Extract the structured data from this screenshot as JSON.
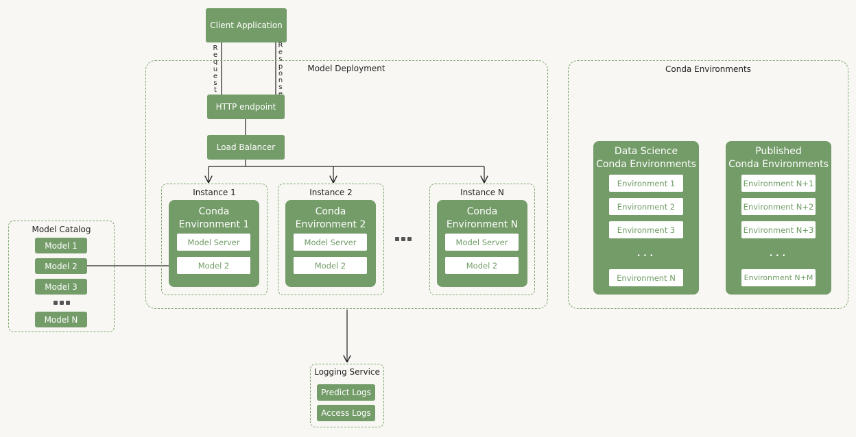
{
  "client": {
    "label": "Client Application",
    "request": "Request",
    "response": "Response"
  },
  "deployment": {
    "title": "Model Deployment",
    "http": "HTTP endpoint",
    "lb": "Load Balancer",
    "instances": [
      {
        "title": "Instance 1",
        "env": "Conda\nEnvironment 1",
        "server": "Model Server",
        "model": "Model 2"
      },
      {
        "title": "Instance 2",
        "env": "Conda\nEnvironment 2",
        "server": "Model Server",
        "model": "Model 2"
      },
      {
        "title": "Instance N",
        "env": "Conda\nEnvironment N",
        "server": "Model Server",
        "model": "Model 2"
      }
    ]
  },
  "catalog": {
    "title": "Model Catalog",
    "models": [
      "Model 1",
      "Model 2",
      "Model 3"
    ],
    "last": "Model N"
  },
  "logging": {
    "title": "Logging Service",
    "items": [
      "Predict Logs",
      "Access Logs"
    ]
  },
  "conda": {
    "title": "Conda Environments",
    "ds": {
      "title": "Data Science\nConda Environments",
      "items": [
        "Environment 1",
        "Environment 2",
        "Environment 3"
      ],
      "last": "Environment N"
    },
    "pub": {
      "title": "Published\nConda Environments",
      "items": [
        "Environment N+1",
        "Environment N+2",
        "Environment N+3"
      ],
      "last": "Environment N+M"
    },
    "ellipsis": "..."
  },
  "colors": {
    "green": "#749c69",
    "dashed": "#7aa56d",
    "line": "#222222",
    "background": "#f8f7f3"
  }
}
